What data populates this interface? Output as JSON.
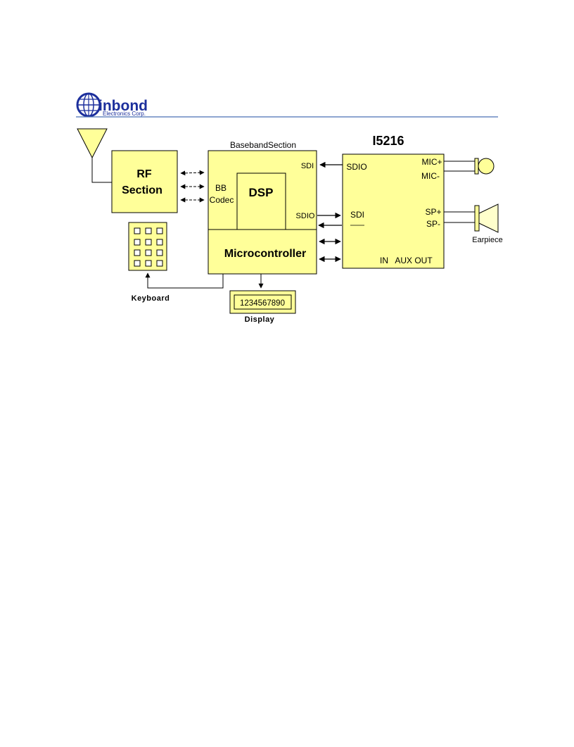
{
  "header": {
    "logo_text": "inbond",
    "logo_subtext": "Electronics Corp."
  },
  "diagram": {
    "chip_title": "I5216",
    "baseband_title": "BasebandSection",
    "rf_section": {
      "line1": "RF",
      "line2": "Section"
    },
    "bb_codec": {
      "line1": "BB",
      "line2": "Codec"
    },
    "dsp_label": "DSP",
    "microcontroller_label": "Microcontroller",
    "baseband_sdi_label": "SDI",
    "baseband_sdio_label": "SDIO",
    "chip_sdio_label": "SDIO",
    "chip_sdi_label": "SDI",
    "mic_plus_label": "MIC+",
    "mic_minus_label": "MIC-",
    "sp_plus_label": "SP+",
    "sp_minus_label": "SP-",
    "aux_label": "IN   AUX OUT",
    "earpiece_label": "Earpiece",
    "keyboard_label": "Keyboard",
    "display_value": "1234567890",
    "display_label": "Display"
  },
  "colors": {
    "block_fill": "#ffff99",
    "outline": "#000000",
    "logo_blue": "#1c2f9c",
    "rule_blue": "#4a6fb3",
    "speaker_fill": "#ffffcc"
  }
}
